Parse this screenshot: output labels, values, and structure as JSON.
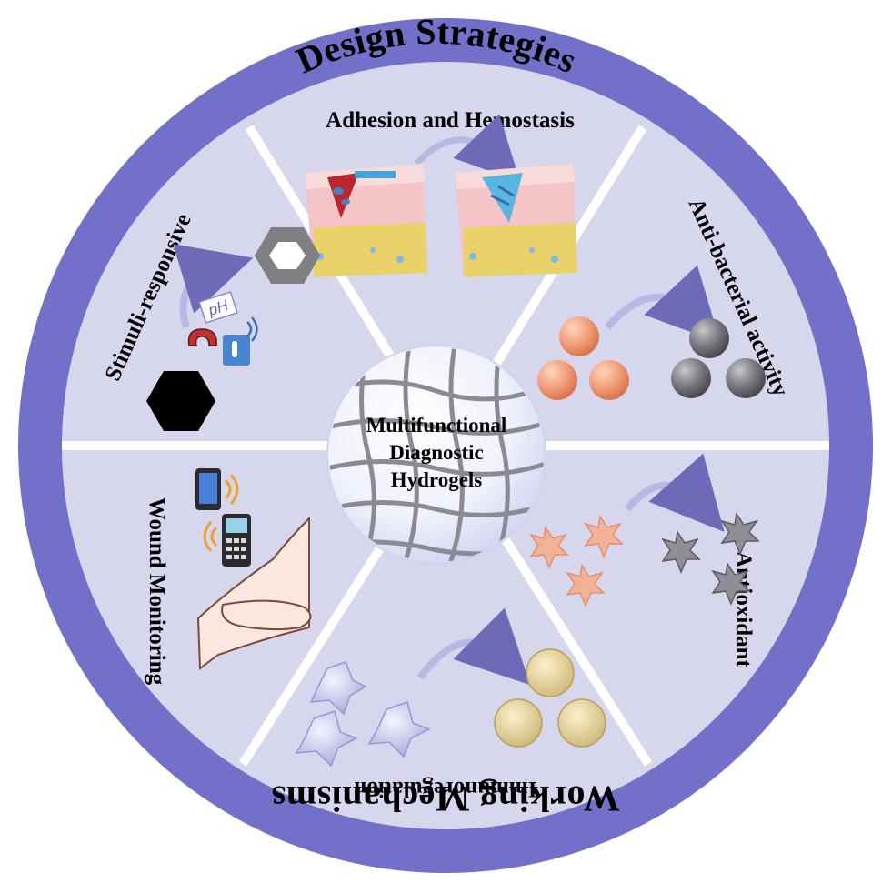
{
  "figure": {
    "top_banner": "Design Strategies",
    "bottom_banner": "Working Mechanisms",
    "center_label": [
      "Multifunctional",
      "Diagnostic",
      "Hydrogels"
    ],
    "segments": [
      {
        "id": "adhesion",
        "label": "Adhesion and Hemostasis"
      },
      {
        "id": "antibacterial",
        "label": "Anti-bacterial activity"
      },
      {
        "id": "antioxidant",
        "label": "Antioxidant"
      },
      {
        "id": "immuno",
        "label": "Immunoregulation"
      },
      {
        "id": "wound",
        "label": "Wound Monitoring"
      },
      {
        "id": "stimuli",
        "label": "Stimuli-responsive"
      }
    ],
    "stimuli_icon_label": "pH",
    "colors": {
      "outer_ring": "#7270c8",
      "segment_fill": "#d6d6ec",
      "divider": "#ffffff",
      "sphere_before": "#f2a07a",
      "sphere_after": "#7a7a80",
      "star_before": "#f3b296",
      "star_after": "#8e8e94",
      "cell_before": "#c8c8f0",
      "cell_after": "#ead9a0",
      "skin": "#f4c4c6",
      "hand": "#fae7df"
    }
  }
}
